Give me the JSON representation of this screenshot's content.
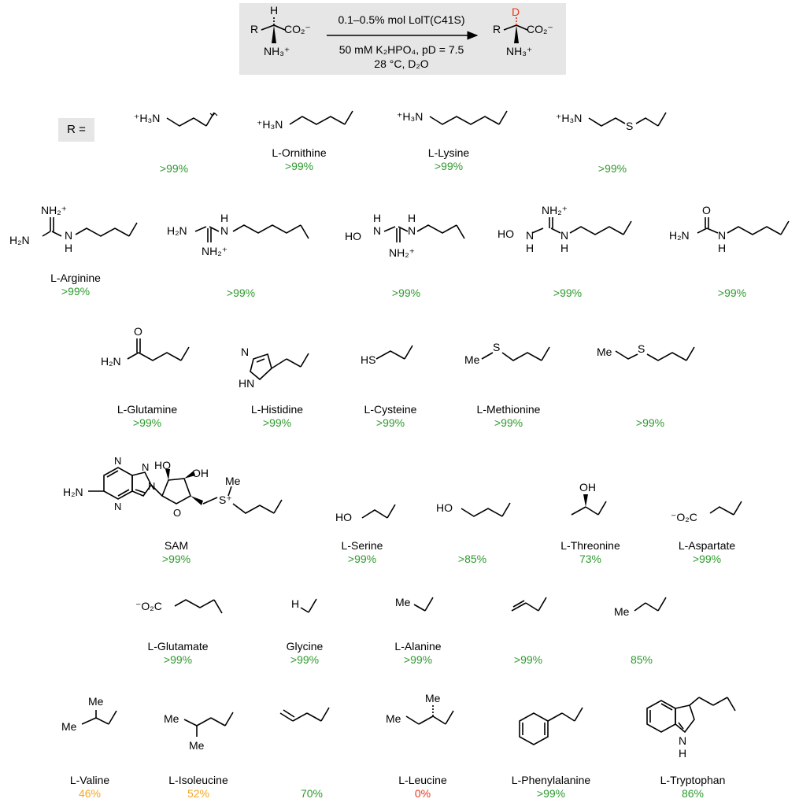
{
  "reaction": {
    "reactant": {
      "r": "R",
      "h": "H",
      "carboxylate": "CO₂⁻",
      "amine": "NH₃⁺"
    },
    "product": {
      "r": "R",
      "d": "D",
      "carboxylate": "CO₂⁻",
      "amine": "NH₃⁺"
    },
    "condition_top": "0.1–0.5% mol LolT(C41S)",
    "condition_mid": "50 mM K₂HPO₄, pD = 7.5",
    "condition_bot": "28 °C, D₂O",
    "colors": {
      "box": "#e6e6e6",
      "deuterium": "#e8381c"
    }
  },
  "r_label": "R =",
  "colors": {
    "green": "#2e9a2e",
    "orange": "#f5a623",
    "red": "#e8381c"
  },
  "substrates": [
    {
      "id": "s1",
      "name": "",
      "yield": ">99%",
      "color": "green"
    },
    {
      "id": "s2",
      "name": "L-Ornithine",
      "yield": ">99%",
      "color": "green"
    },
    {
      "id": "s3",
      "name": "L-Lysine",
      "yield": ">99%",
      "color": "green"
    },
    {
      "id": "s4",
      "name": "",
      "yield": ">99%",
      "color": "green"
    },
    {
      "id": "s5",
      "name": "L-Arginine",
      "yield": ">99%",
      "color": "green"
    },
    {
      "id": "s6",
      "name": "",
      "yield": ">99%",
      "color": "green"
    },
    {
      "id": "s7",
      "name": "",
      "yield": ">99%",
      "color": "green"
    },
    {
      "id": "s8",
      "name": "",
      "yield": ">99%",
      "color": "green"
    },
    {
      "id": "s9",
      "name": "",
      "yield": ">99%",
      "color": "green"
    },
    {
      "id": "s10",
      "name": "L-Glutamine",
      "yield": ">99%",
      "color": "green"
    },
    {
      "id": "s11",
      "name": "L-Histidine",
      "yield": ">99%",
      "color": "green"
    },
    {
      "id": "s12",
      "name": "L-Cysteine",
      "yield": ">99%",
      "color": "green"
    },
    {
      "id": "s13",
      "name": "L-Methionine",
      "yield": ">99%",
      "color": "green"
    },
    {
      "id": "s14",
      "name": "",
      "yield": ">99%",
      "color": "green"
    },
    {
      "id": "s15",
      "name": "SAM",
      "yield": ">99%",
      "color": "green"
    },
    {
      "id": "s16",
      "name": "L-Serine",
      "yield": ">99%",
      "color": "green"
    },
    {
      "id": "s17",
      "name": "",
      "yield": ">85%",
      "color": "green"
    },
    {
      "id": "s18",
      "name": "L-Threonine",
      "yield": "73%",
      "color": "green"
    },
    {
      "id": "s19",
      "name": "L-Aspartate",
      "yield": ">99%",
      "color": "green"
    },
    {
      "id": "s20",
      "name": "L-Glutamate",
      "yield": ">99%",
      "color": "green"
    },
    {
      "id": "s21",
      "name": "Glycine",
      "yield": ">99%",
      "color": "green"
    },
    {
      "id": "s22",
      "name": "L-Alanine",
      "yield": ">99%",
      "color": "green"
    },
    {
      "id": "s23",
      "name": "",
      "yield": ">99%",
      "color": "green"
    },
    {
      "id": "s24",
      "name": "",
      "yield": "85%",
      "color": "green"
    },
    {
      "id": "s25",
      "name": "L-Valine",
      "yield": "46%",
      "color": "orange"
    },
    {
      "id": "s26",
      "name": "L-Isoleucine",
      "yield": "52%",
      "color": "orange"
    },
    {
      "id": "s27",
      "name": "",
      "yield": "70%",
      "color": "green"
    },
    {
      "id": "s28",
      "name": "L-Leucine",
      "yield": "0%",
      "color": "red"
    },
    {
      "id": "s29",
      "name": "L-Phenylalanine",
      "yield": ">99%",
      "color": "green"
    },
    {
      "id": "s30",
      "name": "L-Tryptophan",
      "yield": "86%",
      "color": "green"
    }
  ],
  "atoms": {
    "h3n_plus": "⁺H₃N",
    "s": "S",
    "nh2_plus": "NH₂⁺",
    "h2n": "H₂N",
    "nh": "N",
    "h": "H",
    "ho": "HO",
    "o": "O",
    "oh": "OH",
    "hs": "HS",
    "me": "Me",
    "ms": "MeS",
    "n": "N",
    "hn": "HN",
    "o2c_minus": "⁻O₂C",
    "s_plus": "S⁺",
    "nh_indole": "N\nH"
  }
}
